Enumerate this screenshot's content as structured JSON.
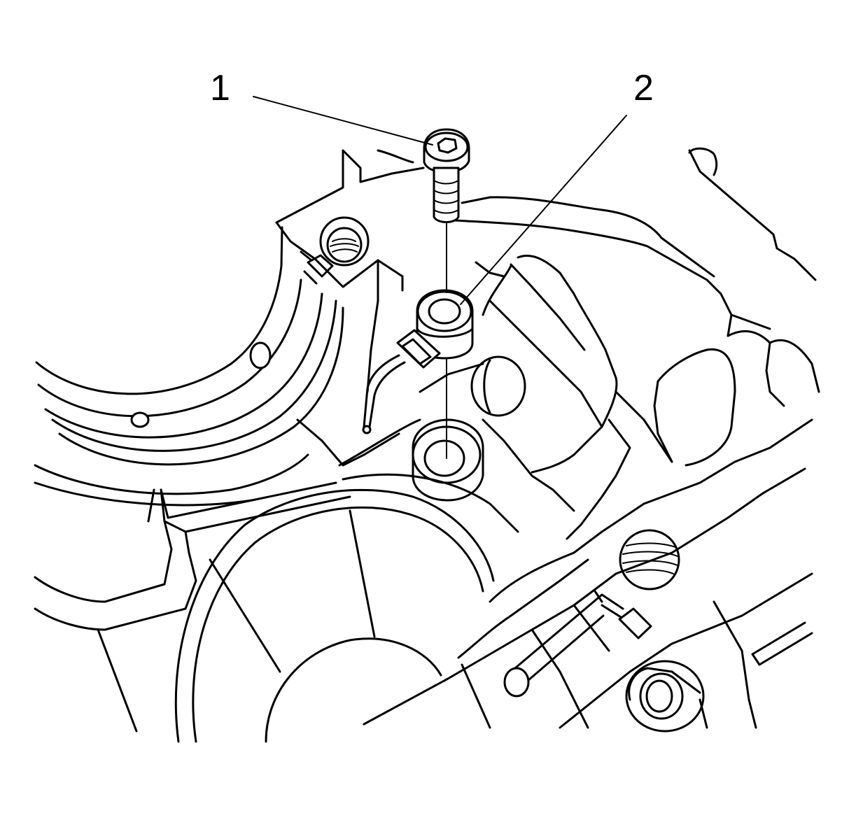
{
  "callouts": [
    {
      "label": "1",
      "part": "bolt"
    },
    {
      "label": "2",
      "part": "sensor"
    }
  ],
  "colors": {
    "line": "#000000",
    "background": "#ffffff"
  }
}
